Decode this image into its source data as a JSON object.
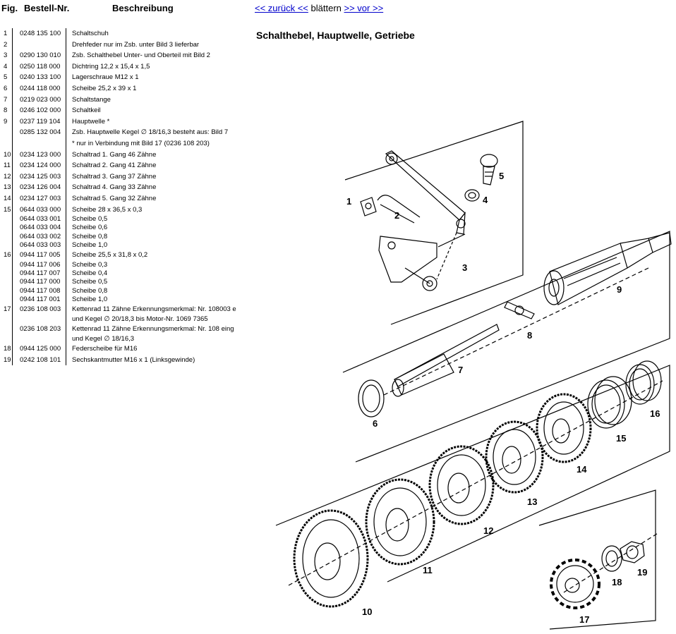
{
  "header": {
    "fig": "Fig.",
    "nr": "Bestell-Nr.",
    "desc": "Beschreibung"
  },
  "nav": {
    "back": "<< zurück <<",
    "mid": "blättern",
    "forward": ">> vor >>"
  },
  "diagram": {
    "title": "Schalthebel, Hauptwelle, Getriebe",
    "labels": [
      "1",
      "2",
      "3",
      "4",
      "5",
      "6",
      "7",
      "8",
      "9",
      "10",
      "11",
      "12",
      "13",
      "14",
      "15",
      "16",
      "17",
      "18",
      "19"
    ]
  },
  "parts": [
    {
      "fig": "1",
      "nr": "0248 135 100",
      "desc": "Schaltschuh"
    },
    {
      "fig": "2",
      "nr": "",
      "desc": "Drehfeder nur im Zsb. unter Bild 3 lieferbar"
    },
    {
      "fig": "3",
      "nr": "0290 130 010",
      "desc": "Zsb. Schalthebel Unter- und Oberteil mit Bild 2"
    },
    {
      "fig": "4",
      "nr": "0250 118 000",
      "desc": "Dichtring 12,2 x 15,4 x 1,5"
    },
    {
      "fig": "5",
      "nr": "0240 133 100",
      "desc": "Lagerschraue M12 x 1"
    },
    {
      "fig": "6",
      "nr": "0244 118 000",
      "desc": "Scheibe 25,2 x 39 x 1"
    },
    {
      "fig": "7",
      "nr": "0219 023 000",
      "desc": "Schaltstange"
    },
    {
      "fig": "8",
      "nr": "0246 102 000",
      "desc": "Schaltkeil"
    },
    {
      "fig": "9",
      "nr": "0237 119 104",
      "desc": "Hauptwelle *"
    },
    {
      "fig": "",
      "nr": "0285 132 004",
      "desc": "Zsb. Hauptwelle Kegel ∅ 18/16,3 besteht aus: Bild 7"
    },
    {
      "fig": "",
      "nr": "",
      "desc": "* nur in Verbindung mit Bild 17 (0236 108 203)"
    },
    {
      "fig": "10",
      "nr": "0234 123 000",
      "desc": "Schaltrad 1. Gang 46 Zähne"
    },
    {
      "fig": "11",
      "nr": "0234 124 000",
      "desc": "Schaltrad 2. Gang 41 Zähne"
    },
    {
      "fig": "12",
      "nr": "0234 125 003",
      "desc": "Schaltrad 3. Gang 37 Zähne"
    },
    {
      "fig": "13",
      "nr": "0234 126 004",
      "desc": "Schaltrad 4. Gang 33 Zähne"
    },
    {
      "fig": "14",
      "nr": "0234 127 003",
      "desc": "Schaltrad 5. Gang 32 Zähne"
    },
    {
      "fig": "15",
      "nr": "0644 033 000",
      "desc": "Scheibe 28 x 36,5 x 0,3"
    },
    {
      "fig": "",
      "nr": "0644 033 001",
      "desc": "Scheibe                    0,5",
      "sub": true
    },
    {
      "fig": "",
      "nr": "0644 033 004",
      "desc": "Scheibe                    0,6",
      "sub": true
    },
    {
      "fig": "",
      "nr": "0644 033 002",
      "desc": "Scheibe                    0,8",
      "sub": true
    },
    {
      "fig": "",
      "nr": "0644 033 003",
      "desc": "Scheibe                    1,0",
      "sub": true
    },
    {
      "fig": "16",
      "nr": "0944 117 005",
      "desc": "Scheibe 25,5 x 31,8 x 0,2"
    },
    {
      "fig": "",
      "nr": "0944 117 006",
      "desc": "Scheibe                       0,3",
      "sub": true
    },
    {
      "fig": "",
      "nr": "0944 117 007",
      "desc": "Scheibe                       0,4",
      "sub": true
    },
    {
      "fig": "",
      "nr": "0944 117 000",
      "desc": "Scheibe                       0,5",
      "sub": true
    },
    {
      "fig": "",
      "nr": "0944 117 008",
      "desc": "Scheibe                       0,8",
      "sub": true
    },
    {
      "fig": "",
      "nr": "0944 117 001",
      "desc": "Scheibe                       1,0",
      "sub": true
    },
    {
      "fig": "17",
      "nr": "0236 108 003",
      "desc": "Kettenrad 11 Zähne Erkennungsmerkmal: Nr. 108003 e"
    },
    {
      "fig": "",
      "nr": "",
      "desc": "und Kegel ∅ 20/18,3 bis Motor-Nr. 1069 7365",
      "sub": true
    },
    {
      "fig": "",
      "nr": "0236 108 203",
      "desc": "Kettenrad 11 Zähne Erkennungsmerkmal: Nr. 108 eing"
    },
    {
      "fig": "",
      "nr": "",
      "desc": "und Kegel ∅ 18/16,3",
      "sub": true
    },
    {
      "fig": "18",
      "nr": "0944 125 000",
      "desc": "Federscheibe für M16"
    },
    {
      "fig": "19",
      "nr": "0242 108 101",
      "desc": "Sechskantmutter M16 x 1 (Linksgewinde)"
    }
  ]
}
